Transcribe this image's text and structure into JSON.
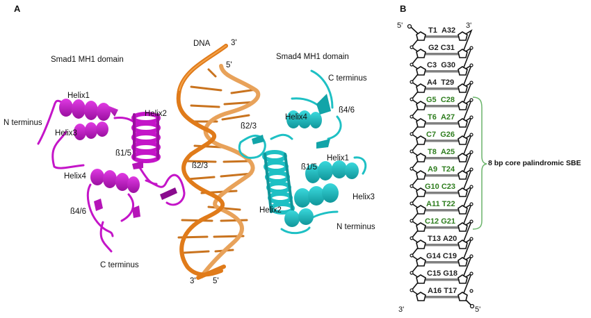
{
  "panels": {
    "a": "A",
    "b": "B"
  },
  "colors": {
    "smad1": "#c415c8",
    "smad1_dark": "#8a0c8e",
    "smad4": "#1ec0c4",
    "smad4_dark": "#0e8a8e",
    "dna": "#e07b1a",
    "dna_dark": "#a8560c",
    "core_green": "#2e7d1e",
    "brace_green": "#6ab46a",
    "backbone": "#111111",
    "basepair_bar": "#808080"
  },
  "panel_a": {
    "smad1": {
      "title": "Smad1 MH1 domain",
      "labels": {
        "helix1": "Helix1",
        "helix2": "Helix2",
        "helix3": "Helix3",
        "helix4": "Helix4",
        "b15": "ß1/5",
        "b23": "ß2/3",
        "b46": "ß4/6",
        "n_term": "N terminus",
        "c_term": "C terminus"
      }
    },
    "dna": {
      "title": "DNA",
      "top_3": "3'",
      "top_5": "5'",
      "bottom_3": "3'",
      "bottom_5": "5'"
    },
    "smad4": {
      "title": "Smad4 MH1 domain",
      "labels": {
        "helix1": "Helix1",
        "helix2": "Helix2",
        "helix3": "Helix3",
        "helix4": "Helix4",
        "b15": "ß1/5",
        "b23": "ß2/3",
        "b46": "ß4/6",
        "n_term": "N terminus",
        "c_term": "C terminus"
      }
    }
  },
  "panel_b": {
    "top_left_end": "5'",
    "top_right_end": "3'",
    "bottom_left_end": "3'",
    "bottom_right_end": "5'",
    "base_pairs": [
      {
        "left": "T1",
        "right": "A32",
        "core": false
      },
      {
        "left": "G2",
        "right": "C31",
        "core": false
      },
      {
        "left": "C3",
        "right": "G30",
        "core": false
      },
      {
        "left": "A4",
        "right": "T29",
        "core": false
      },
      {
        "left": "G5",
        "right": "C28",
        "core": true
      },
      {
        "left": "T6",
        "right": "A27",
        "core": true
      },
      {
        "left": "C7",
        "right": "G26",
        "core": true
      },
      {
        "left": "T8",
        "right": "A25",
        "core": true
      },
      {
        "left": "A9",
        "right": "T24",
        "core": true
      },
      {
        "left": "G10",
        "right": "C23",
        "core": true
      },
      {
        "left": "A11",
        "right": "T22",
        "core": true
      },
      {
        "left": "C12",
        "right": "G21",
        "core": true
      },
      {
        "left": "T13",
        "right": "A20",
        "core": false
      },
      {
        "left": "G14",
        "right": "C19",
        "core": false
      },
      {
        "left": "C15",
        "right": "G18",
        "core": false
      },
      {
        "left": "A16",
        "right": "T17",
        "core": false
      }
    ],
    "core_label": "8 bp core palindromic SBE"
  }
}
